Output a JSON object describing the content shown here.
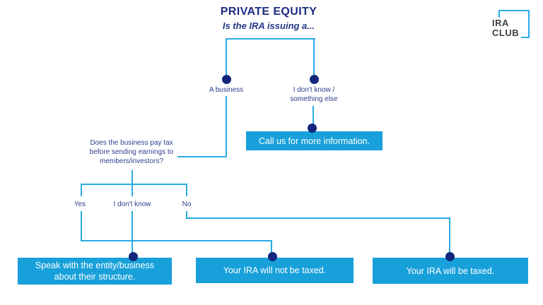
{
  "colors": {
    "navy_dot": "#12267d",
    "navy_title": "#1b2c7d",
    "navy_label": "#2e3c8e",
    "line_blue": "#29abe2",
    "box_blue": "#18a0da",
    "box_text": "#ffffff",
    "logo_text": "#3f3f3f"
  },
  "header": {
    "title": "PRIVATE EQUITY",
    "subtitle": "Is the IRA issuing a..."
  },
  "logo": {
    "text": "IRA\nCLUB"
  },
  "flow": {
    "option_business": "A business",
    "option_unknown": "I don't know /\nsomething else",
    "call_us_box": "Call us for more information.",
    "question": "Does the business pay tax\nbefore sending earnings to\nmembers/investors?",
    "answer_yes": "Yes",
    "answer_unknown": "I don't know",
    "answer_no": "No",
    "outcome_speak": "Speak with the entity/business\nabout their structure.",
    "outcome_not_taxed": "Your IRA will not be taxed.",
    "outcome_taxed": "Your IRA will be taxed."
  }
}
